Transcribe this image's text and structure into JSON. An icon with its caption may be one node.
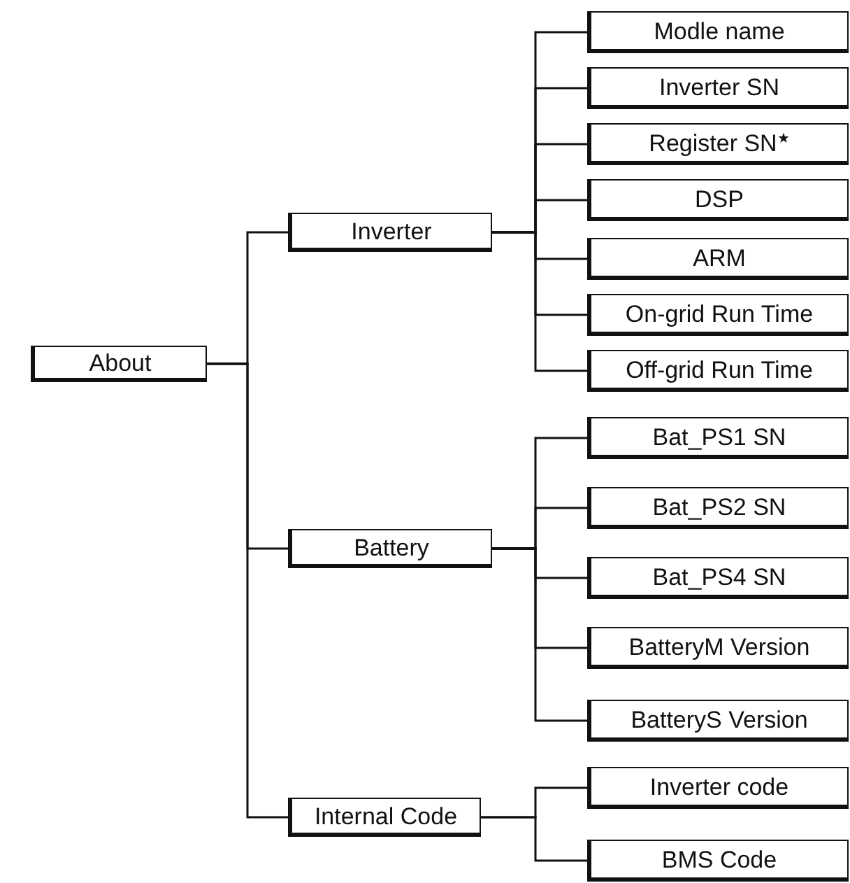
{
  "diagram": {
    "nodes": [
      {
        "text": [
          "About"
        ]
      },
      {
        "text": [
          "Inverter"
        ]
      },
      {
        "text": [
          "Battery"
        ]
      },
      {
        "text": [
          "Internal Code"
        ]
      },
      {
        "text": [
          "Modle name"
        ]
      },
      {
        "text": [
          "Inverter SN"
        ]
      },
      {
        "text": [
          "Register SN$^{★}$"
        ]
      },
      {
        "text": [
          "DSP"
        ]
      },
      {
        "text": [
          "ARM"
        ]
      },
      {
        "text": [
          "On-grid Run Time"
        ]
      },
      {
        "text": [
          "Off-grid Run Time"
        ]
      },
      {
        "text": [
          "Bat_PS1 SN"
        ]
      },
      {
        "text": [
          "Bat_PS2 SN"
        ]
      },
      {
        "text": [
          "Bat_PS4 SN"
        ]
      },
      {
        "text": [
          "BatteryM Version"
        ]
      },
      {
        "text": [
          "BatteryS Version"
        ]
      },
      {
        "text": [
          "Inverter code"
        ]
      },
      {
        "text": [
          "BMS Code"
        ]
      }
    ],
    "edges": [
      {
        "from": 0,
        "to": 1,
        "arrow": "none"
      },
      {
        "from": 0,
        "to": 2,
        "arrow": "none"
      },
      {
        "from": 0,
        "to": 3,
        "arrow": "none"
      },
      {
        "from": 1,
        "to": 4,
        "arrow": "none"
      },
      {
        "from": 1,
        "to": 5,
        "arrow": "none"
      },
      {
        "from": 1,
        "to": 6,
        "arrow": "none"
      },
      {
        "from": 1,
        "to": 7,
        "arrow": "none"
      },
      {
        "from": 1,
        "to": 8,
        "arrow": "none"
      },
      {
        "from": 1,
        "to": 9,
        "arrow": "none"
      },
      {
        "from": 1,
        "to": 10,
        "arrow": "none"
      },
      {
        "from": 2,
        "to": 11,
        "arrow": "none"
      },
      {
        "from": 2,
        "to": 12,
        "arrow": "none"
      },
      {
        "from": 2,
        "to": 13,
        "arrow": "none"
      },
      {
        "from": 2,
        "to": 14,
        "arrow": "none"
      },
      {
        "from": 2,
        "to": 15,
        "arrow": "none"
      },
      {
        "from": 3,
        "to": 16,
        "arrow": "none"
      },
      {
        "from": 3,
        "to": 17,
        "arrow": "none"
      }
    ]
  }
}
